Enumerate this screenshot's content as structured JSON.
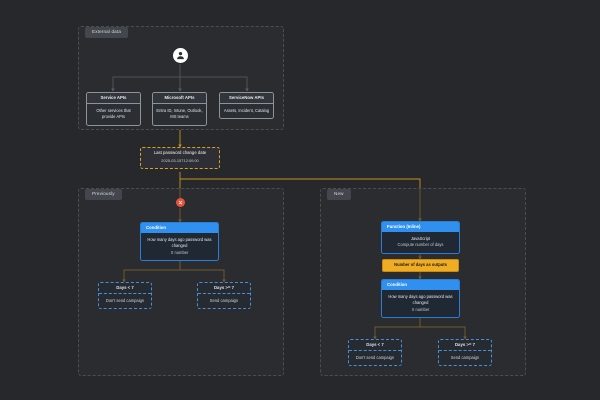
{
  "groups": {
    "external": {
      "label": "External data"
    },
    "previously": {
      "label": "Previously"
    },
    "new": {
      "label": "New"
    }
  },
  "source": {
    "avatar_icon": "user-icon",
    "nodes": [
      {
        "title": "Service APIs",
        "desc": "Other services that provide APIs"
      },
      {
        "title": "Microsoft APIs",
        "desc": "Entra ID, Intune, Outlook, MS teams"
      },
      {
        "title": "ServiceNow APIs",
        "desc": "Assets, Incident, Catalog"
      }
    ]
  },
  "password_date": {
    "title": "Last password change date",
    "value": "2025-03-15T12:00:00"
  },
  "previously": {
    "error_icon": "error-x-icon",
    "condition": {
      "header": "Condition",
      "question": "How many days ago password was changed",
      "hint": "X number"
    },
    "branches": [
      {
        "title": "Days < 7",
        "action": "Don't send campaign"
      },
      {
        "title": "Days >= 7",
        "action": "Send campaign"
      }
    ]
  },
  "new": {
    "function": {
      "header": "Function (Inline)",
      "language": "JavaScript",
      "desc": "Compute number of days"
    },
    "output_pill": "Number of days as outputs",
    "condition": {
      "header": "Condition",
      "question": "How many days ago password was changed",
      "hint": "X number"
    },
    "branches": [
      {
        "title": "Days < 7",
        "action": "Don't send campaign"
      },
      {
        "title": "Days >= 7",
        "action": "Send campaign"
      }
    ]
  },
  "colors": {
    "canvas": "#26282c",
    "accent_blue": "#2f90f0",
    "accent_amber": "#f0ad24",
    "wire_amber": "#c8921f",
    "wire_grey": "#8e9399",
    "error_red": "#e8533c"
  }
}
